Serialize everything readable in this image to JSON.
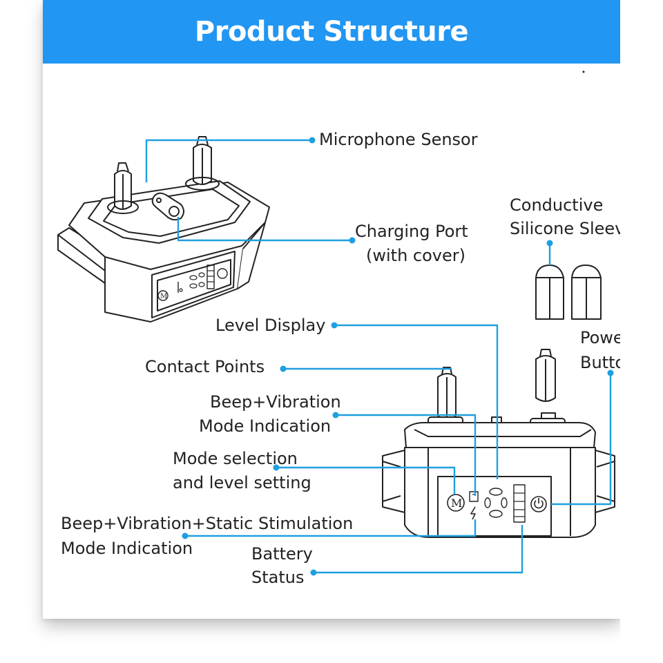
{
  "header": {
    "title": "Product Structure"
  },
  "colors": {
    "accent": "#2196f3",
    "leader": "#1e9fe0",
    "ink": "#222222"
  },
  "labels": {
    "microphone_sensor": "Microphone Sensor",
    "charging_port_1": "Charging Port",
    "charging_port_2": "(with cover)",
    "conductive_1": "Conductive",
    "conductive_2": "Silicone Sleev",
    "level_display": "Level Display",
    "power_1": "Powe",
    "power_2": "Butto",
    "contact_points": "Contact Points",
    "beep_vib_1": "Beep+Vibration",
    "beep_vib_2": "Mode Indication",
    "mode_sel_1": "Mode selection",
    "mode_sel_2": "and level setting",
    "beep_vib_static_1": "Beep+Vibration+Static Stimulation",
    "beep_vib_static_2": "Mode Indication",
    "battery_1": "Battery",
    "battery_2": "Status"
  },
  "icons": {
    "mode_button": "M",
    "bolt": "⚡",
    "power": "power-icon"
  }
}
